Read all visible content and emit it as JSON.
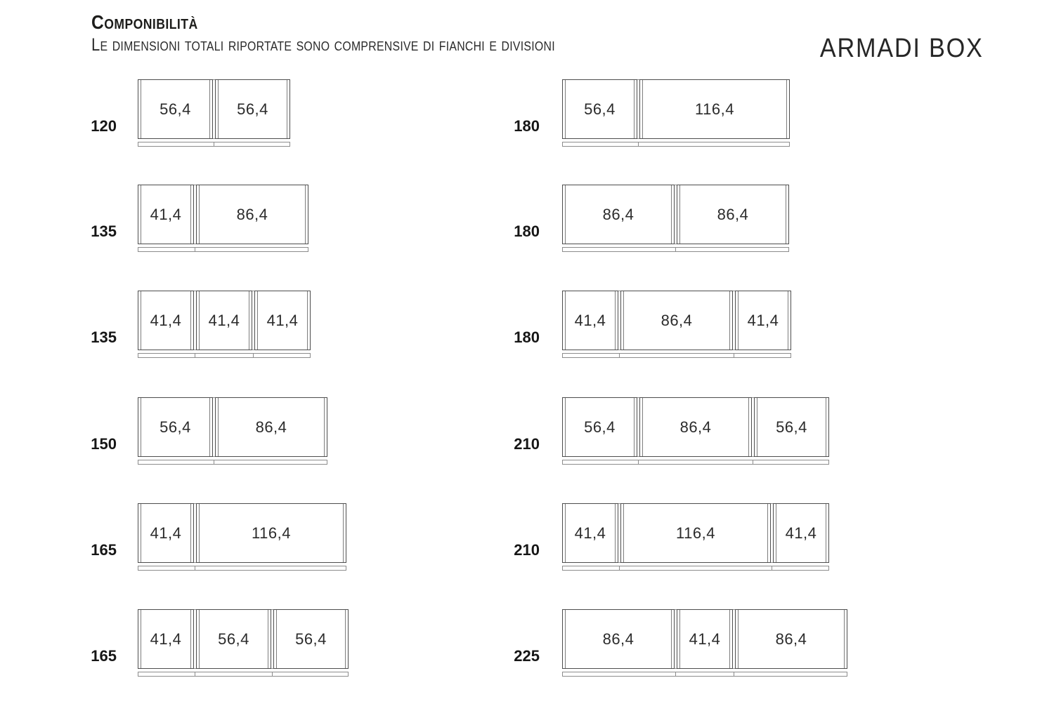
{
  "header": {
    "title": "Componibilità",
    "subtitle": "Le dimensioni totali riportate sono comprensive di fianchi e divisioni",
    "product": "ARMADI BOX"
  },
  "colors": {
    "carcass_line": "#8c8c8c",
    "module_line": "#4d4d4d",
    "text": "#1d1d1b"
  },
  "units_note": "widths in cm, decimal comma",
  "columns": [
    {
      "diagrams": [
        {
          "total": "120",
          "modules": [
            "56,4",
            "56,4"
          ]
        },
        {
          "total": "135",
          "modules": [
            "41,4",
            "86,4"
          ]
        },
        {
          "total": "135",
          "modules": [
            "41,4",
            "41,4",
            "41,4"
          ]
        },
        {
          "total": "150",
          "modules": [
            "56,4",
            "86,4"
          ]
        },
        {
          "total": "165",
          "modules": [
            "41,4",
            "116,4"
          ]
        },
        {
          "total": "165",
          "modules": [
            "41,4",
            "56,4",
            "56,4"
          ]
        }
      ]
    },
    {
      "diagrams": [
        {
          "total": "180",
          "modules": [
            "56,4",
            "116,4"
          ]
        },
        {
          "total": "180",
          "modules": [
            "86,4",
            "86,4"
          ]
        },
        {
          "total": "180",
          "modules": [
            "41,4",
            "86,4",
            "41,4"
          ]
        },
        {
          "total": "210",
          "modules": [
            "56,4",
            "86,4",
            "56,4"
          ]
        },
        {
          "total": "210",
          "modules": [
            "41,4",
            "116,4",
            "41,4"
          ]
        },
        {
          "total": "225",
          "modules": [
            "86,4",
            "41,4",
            "86,4"
          ]
        }
      ]
    }
  ]
}
